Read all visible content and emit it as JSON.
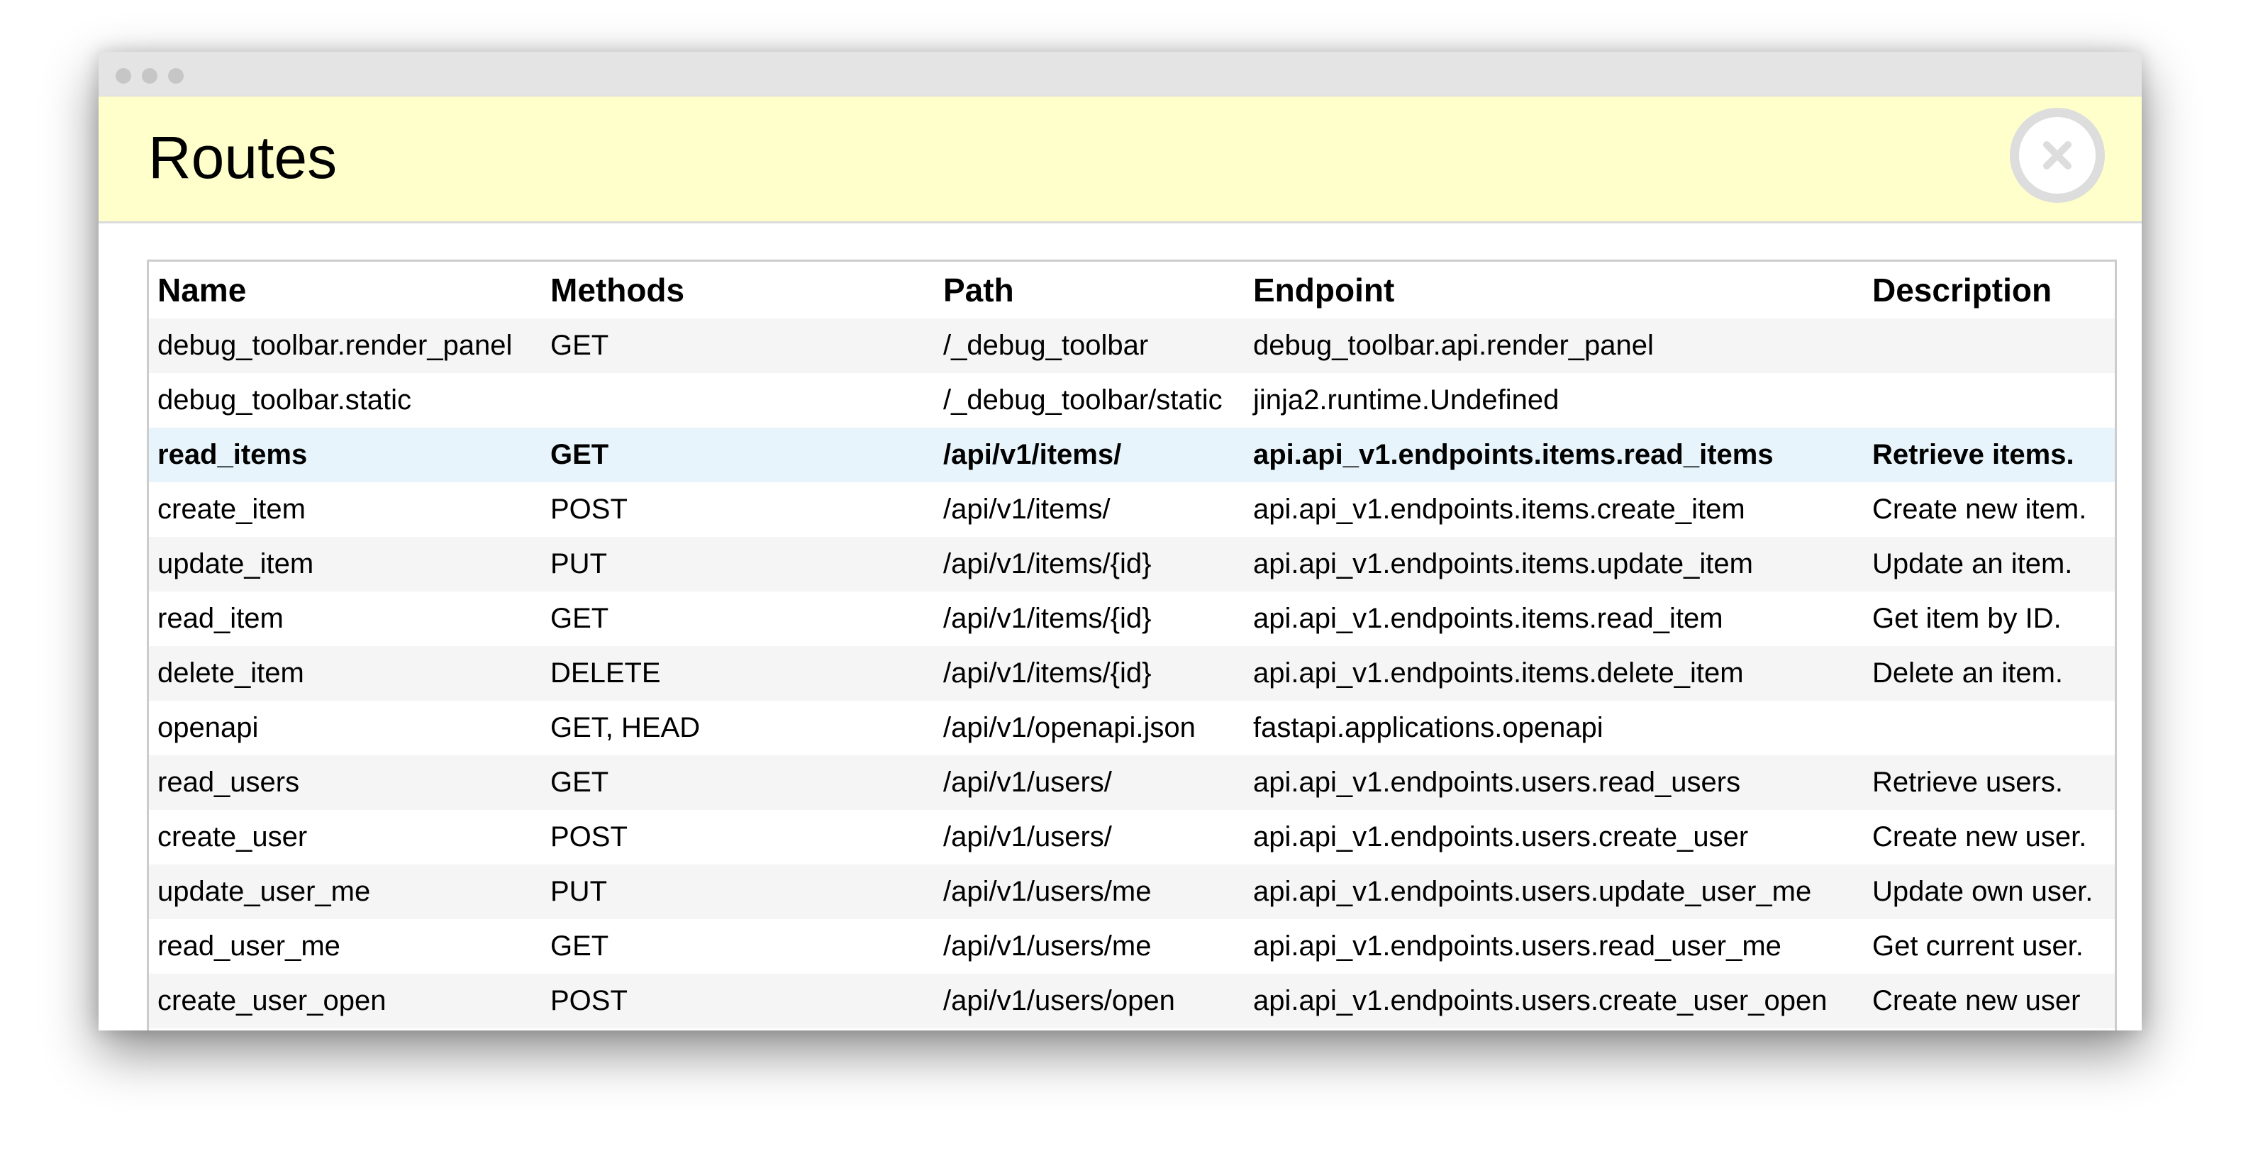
{
  "panel": {
    "title": "Routes"
  },
  "table": {
    "columns": [
      "Name",
      "Methods",
      "Path",
      "Endpoint",
      "Description"
    ],
    "rows": [
      [
        "debug_toolbar.render_panel",
        "GET",
        "/_debug_toolbar",
        "debug_toolbar.api.render_panel",
        ""
      ],
      [
        "debug_toolbar.static",
        "",
        "/_debug_toolbar/static",
        "jinja2.runtime.Undefined",
        ""
      ],
      [
        "read_items",
        "GET",
        "/api/v1/items/",
        "api.api_v1.endpoints.items.read_items",
        "Retrieve items."
      ],
      [
        "create_item",
        "POST",
        "/api/v1/items/",
        "api.api_v1.endpoints.items.create_item",
        "Create new item."
      ],
      [
        "update_item",
        "PUT",
        "/api/v1/items/{id}",
        "api.api_v1.endpoints.items.update_item",
        "Update an item."
      ],
      [
        "read_item",
        "GET",
        "/api/v1/items/{id}",
        "api.api_v1.endpoints.items.read_item",
        "Get item by ID."
      ],
      [
        "delete_item",
        "DELETE",
        "/api/v1/items/{id}",
        "api.api_v1.endpoints.items.delete_item",
        "Delete an item."
      ],
      [
        "openapi",
        "GET, HEAD",
        "/api/v1/openapi.json",
        "fastapi.applications.openapi",
        ""
      ],
      [
        "read_users",
        "GET",
        "/api/v1/users/",
        "api.api_v1.endpoints.users.read_users",
        "Retrieve users."
      ],
      [
        "create_user",
        "POST",
        "/api/v1/users/",
        "api.api_v1.endpoints.users.create_user",
        "Create new user."
      ],
      [
        "update_user_me",
        "PUT",
        "/api/v1/users/me",
        "api.api_v1.endpoints.users.update_user_me",
        "Update own user."
      ],
      [
        "read_user_me",
        "GET",
        "/api/v1/users/me",
        "api.api_v1.endpoints.users.read_user_me",
        "Get current user."
      ],
      [
        "create_user_open",
        "POST",
        "/api/v1/users/open",
        "api.api_v1.endpoints.users.create_user_open",
        "Create new user"
      ]
    ],
    "active_row": 2
  },
  "icons": {
    "close": "close-icon"
  },
  "colors": {
    "header_bg": "#ffffcc",
    "active_row_bg": "#e8f4fb",
    "stripe_bg": "#f5f5f5"
  }
}
